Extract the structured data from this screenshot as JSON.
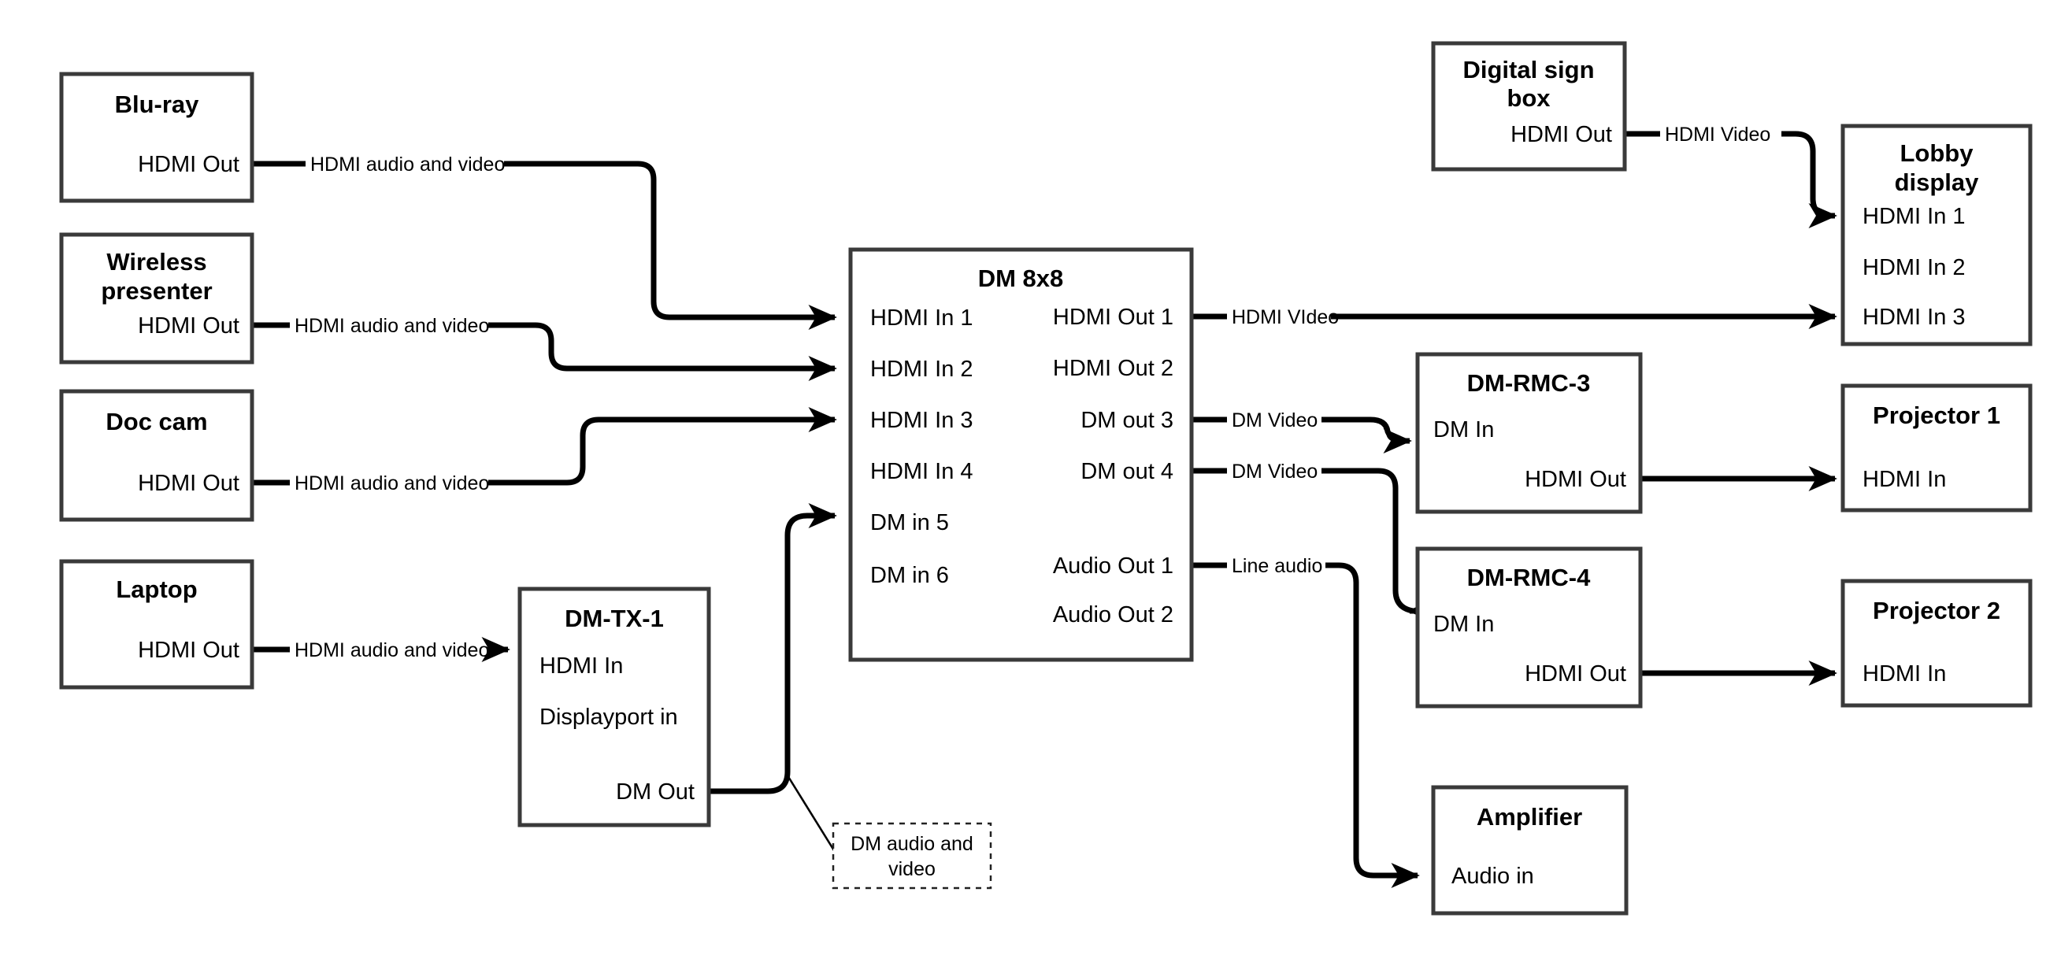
{
  "diagram": {
    "title": "AV signal flow diagram",
    "type": "block-diagram",
    "background_color": "#ffffff",
    "line_color": "#000000",
    "box_stroke_color": "#3a3a3a"
  },
  "nodes": {
    "bluray": {
      "title": "Blu-ray",
      "ports": {
        "out1": "HDMI Out"
      }
    },
    "wireless_presenter": {
      "title_line1": "Wireless",
      "title_line2": "presenter",
      "ports": {
        "out1": "HDMI Out"
      }
    },
    "doc_cam": {
      "title": "Doc cam",
      "ports": {
        "out1": "HDMI Out"
      }
    },
    "laptop": {
      "title": "Laptop",
      "ports": {
        "out1": "HDMI Out"
      }
    },
    "dm_tx_1": {
      "title": "DM-TX-1",
      "ports": {
        "in1": "HDMI In",
        "in2": "Displayport in",
        "out1": "DM Out"
      }
    },
    "dm_8x8": {
      "title": "DM 8x8",
      "inputs": [
        "HDMI In 1",
        "HDMI In 2",
        "HDMI In 3",
        "HDMI In 4",
        "DM in 5",
        "DM in 6"
      ],
      "outputs": [
        "HDMI Out 1",
        "HDMI Out 2",
        "DM out 3",
        "DM out 4",
        "Audio Out 1",
        "Audio Out 2"
      ]
    },
    "digital_sign_box": {
      "title_line1": "Digital sign",
      "title_line2": "box",
      "ports": {
        "out1": "HDMI Out"
      }
    },
    "lobby_display": {
      "title_line1": "Lobby",
      "title_line2": "display",
      "inputs": [
        "HDMI In 1",
        "HDMI In 2",
        "HDMI In 3"
      ]
    },
    "dm_rmc_3": {
      "title": "DM-RMC-3",
      "ports": {
        "in1": "DM In",
        "out1": "HDMI Out"
      }
    },
    "dm_rmc_4": {
      "title": "DM-RMC-4",
      "ports": {
        "in1": "DM In",
        "out1": "HDMI Out"
      }
    },
    "projector_1": {
      "title": "Projector 1",
      "ports": {
        "in1": "HDMI In"
      }
    },
    "projector_2": {
      "title": "Projector 2",
      "ports": {
        "in1": "HDMI In"
      }
    },
    "amplifier": {
      "title": "Amplifier",
      "ports": {
        "in1": "Audio in"
      }
    }
  },
  "edges": {
    "bluray_to_dm": "HDMI audio and video",
    "wireless_to_dm": "HDMI audio and video",
    "doccam_to_dm": "HDMI audio and video",
    "laptop_to_tx": "HDMI audio and video",
    "sign_to_lobby": "HDMI Video",
    "dm_out1_to_lobby": "HDMI VIdeo",
    "dm_out3_to_rmc3": "DM Video",
    "dm_out4_to_rmc4": "DM Video",
    "dm_audio1_to_amp": "Line audio"
  },
  "annotations": {
    "dm_link_note_line1": "DM audio and",
    "dm_link_note_line2": "video"
  }
}
